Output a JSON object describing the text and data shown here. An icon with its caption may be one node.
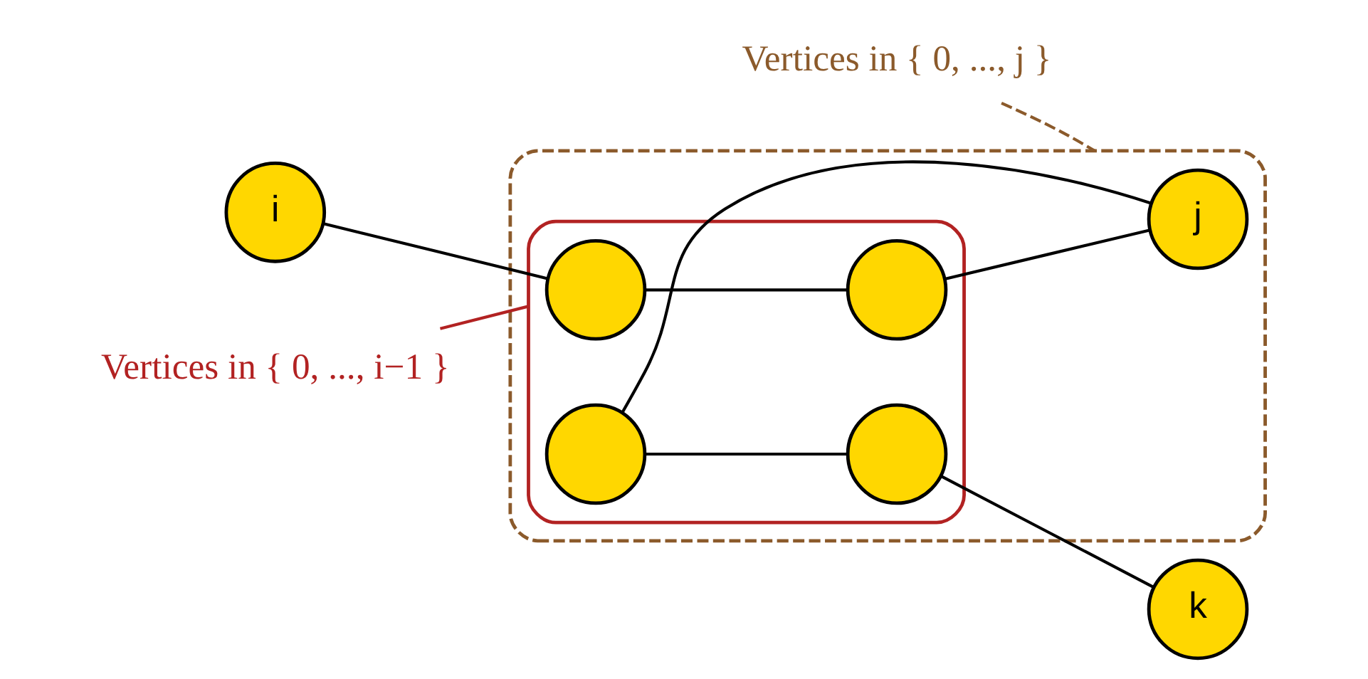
{
  "diagram": {
    "nodes": [
      {
        "text": [],
        "shape": "cloud"
      },
      {
        "text": [],
        "shape": "cloud",
        "in": 0
      },
      {
        "text": [
          "i"
        ]
      },
      {
        "text": [],
        "shape": "circle",
        "in": 1
      },
      {
        "text": [],
        "shape": "circle",
        "in": 1
      },
      {
        "text": [
          "j"
        ],
        "in": 0
      },
      {
        "text": [],
        "shape": "circle",
        "in": 1
      },
      {
        "text": [],
        "shape": "circle",
        "in": 1
      },
      {
        "text": [
          "k"
        ]
      },
      {
        "text": [
          "Vertices in { 0, ..., j }"
        ]
      },
      {
        "text": [
          "Vertices in { 0, ..., i−1 }"
        ]
      }
    ],
    "edges": [
      {
        "from": 2,
        "to": 3,
        "arrow": "none"
      },
      {
        "from": 3,
        "to": 4,
        "arrow": "none"
      },
      {
        "from": 4,
        "to": 5,
        "arrow": "none"
      },
      {
        "from": 5,
        "to": 7,
        "arrow": "none"
      },
      {
        "from": 7,
        "to": 6,
        "arrow": "none"
      },
      {
        "from": 6,
        "to": 8,
        "arrow": "none"
      },
      {
        "from": 9,
        "to": 0,
        "arrow": "none",
        "style": "dashed",
        "color": "#8b5a2b"
      },
      {
        "from": 10,
        "to": 1,
        "arrow": "none",
        "color": "#b22222"
      }
    ]
  }
}
